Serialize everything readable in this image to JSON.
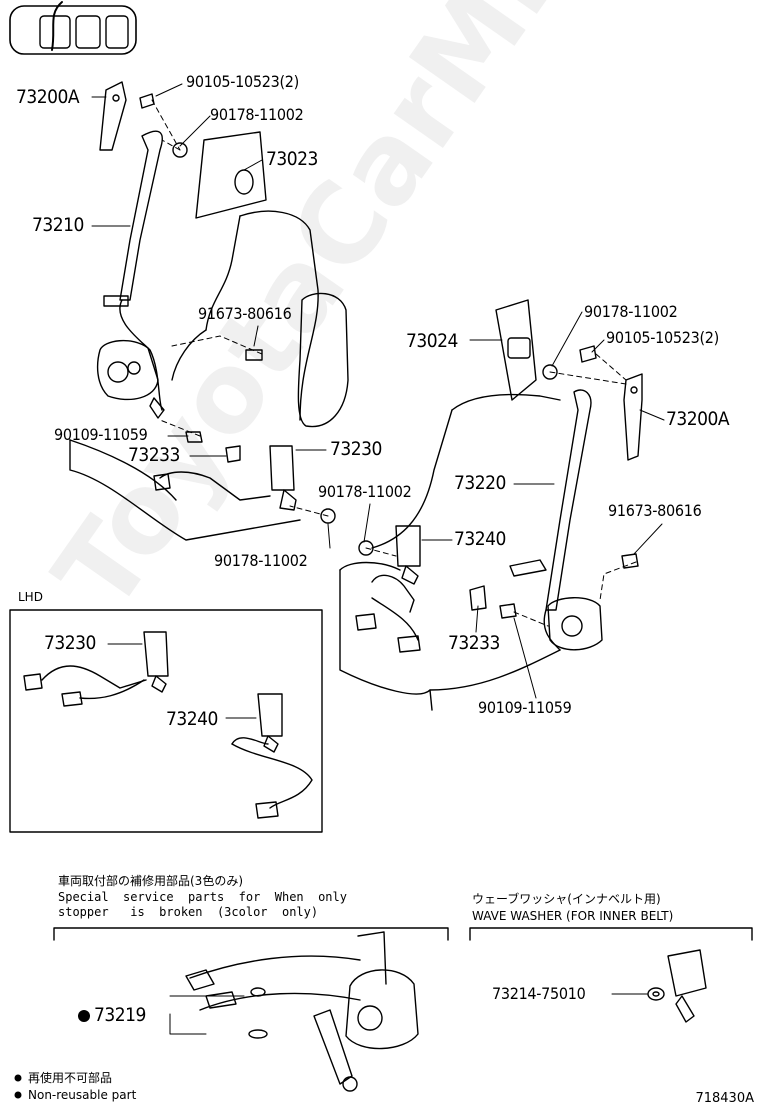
{
  "labels": {
    "lbl_73200A_left": "73200A",
    "lbl_90105_left": "90105-10523(2)",
    "lbl_90178_top": "90178-11002",
    "lbl_73023": "73023",
    "lbl_73210": "73210",
    "lbl_91673_left": "91673-80616",
    "lbl_90109_left": "90109-11059",
    "lbl_73233_left": "73233",
    "lbl_73230": "73230",
    "lbl_90178_mid": "90178-11002",
    "lbl_90178_bot": "90178-11002",
    "lbl_73024": "73024",
    "lbl_90178_right": "90178-11002",
    "lbl_90105_right": "90105-10523(2)",
    "lbl_73200A_right": "73200A",
    "lbl_73220": "73220",
    "lbl_91673_right": "91673-80616",
    "lbl_73240": "73240",
    "lbl_73233_right": "73233",
    "lbl_90109_right": "90109-11059",
    "lbl_lhd_73230": "73230",
    "lbl_lhd_73240": "73240",
    "lbl_73219": "73219",
    "lbl_73214": "73214-75010"
  },
  "lhd": "LHD",
  "notes": {
    "stopper_jp": "車両取付部の補修用部品(3色のみ)",
    "stopper_en": "Special  service  parts  for  When  only\nstopper   is  broken  (3color  only)",
    "washer_jp": "ウェーブワッシャ(インナベルト用)",
    "washer_en": "WAVE WASHER (FOR INNER BELT)"
  },
  "legend": {
    "jp": "再使用不可部品",
    "en": "Non-reusable part"
  },
  "ref": "718430A",
  "watermark": "ToyotaCarMine.ru"
}
